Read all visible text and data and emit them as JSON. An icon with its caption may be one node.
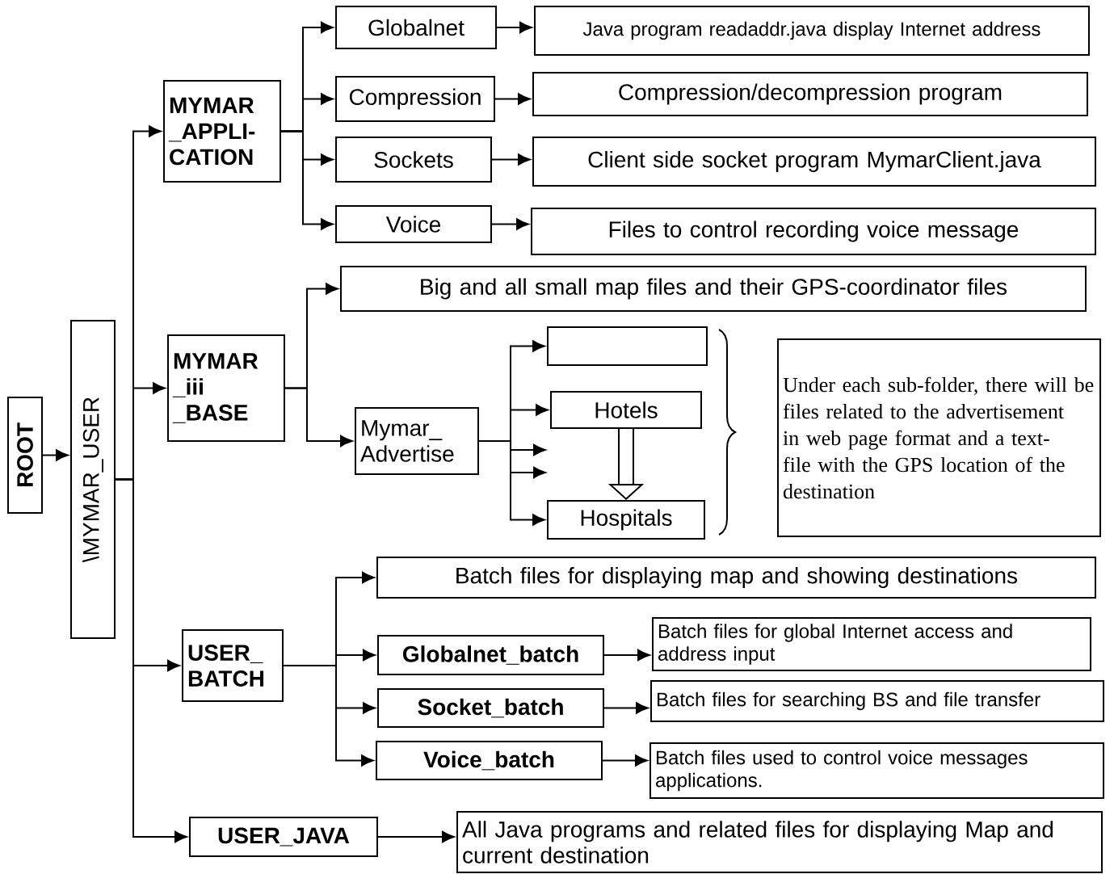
{
  "diagram": {
    "nodes": [
      {
        "text": [
          "ROOT"
        ]
      },
      {
        "text": [
          "\\MYMAR_USER"
        ]
      },
      {
        "text": [
          "MYMAR _APPLI- CATION"
        ]
      },
      {
        "text": [
          "Globalnet"
        ]
      },
      {
        "text": [
          "Java program readaddr.java display Internet address"
        ]
      },
      {
        "text": [
          "Compression"
        ]
      },
      {
        "text": [
          "Compression/decompression program"
        ]
      },
      {
        "text": [
          "Sockets"
        ]
      },
      {
        "text": [
          "Client side socket program MymarClient.java"
        ]
      },
      {
        "text": [
          "Voice"
        ]
      },
      {
        "text": [
          "Files to control recording voice message"
        ]
      },
      {
        "text": [
          "MYMAR _iii _BASE"
        ]
      },
      {
        "text": [
          "Big and all small map files and their GPS-coordinator files"
        ]
      },
      {
        "text": [
          "Mymar_ Advertise"
        ]
      },
      {
        "text": [],
        "shape": "box"
      },
      {
        "text": [
          "Hotels"
        ]
      },
      {
        "text": [
          "Hospitals"
        ]
      },
      {
        "text": [
          "Under each sub-folder, there will be files related to the advertisement in web page format and a text-file with the GPS location of the destination"
        ]
      },
      {
        "text": [
          "Batch files for displaying map and showing destinations"
        ]
      },
      {
        "text": [
          "USER_ BATCH"
        ]
      },
      {
        "text": [
          "Globalnet_batch"
        ]
      },
      {
        "text": [
          "Batch files for global Internet access and address input"
        ]
      },
      {
        "text": [
          "Socket_batch"
        ]
      },
      {
        "text": [
          "Batch files for searching BS and file transfer"
        ]
      },
      {
        "text": [
          "Voice_batch"
        ]
      },
      {
        "text": [
          "Batch files used to control voice messages applications."
        ]
      },
      {
        "text": [
          "USER_JAVA"
        ]
      },
      {
        "text": [
          "All Java programs and related files for displaying Map and current destination"
        ]
      }
    ],
    "edges": [
      {
        "from": 0,
        "to": 1,
        "arrow": "to"
      },
      {
        "from": 1,
        "to": 2,
        "arrow": "to"
      },
      {
        "from": 1,
        "to": 11,
        "arrow": "to"
      },
      {
        "from": 1,
        "to": 19,
        "arrow": "to"
      },
      {
        "from": 1,
        "to": 26,
        "arrow": "to"
      },
      {
        "from": 2,
        "to": 3,
        "arrow": "to"
      },
      {
        "from": 2,
        "to": 5,
        "arrow": "to"
      },
      {
        "from": 2,
        "to": 7,
        "arrow": "to"
      },
      {
        "from": 2,
        "to": 9,
        "arrow": "to"
      },
      {
        "from": 3,
        "to": 4,
        "arrow": "to"
      },
      {
        "from": 5,
        "to": 6,
        "arrow": "to"
      },
      {
        "from": 7,
        "to": 8,
        "arrow": "to"
      },
      {
        "from": 9,
        "to": 10,
        "arrow": "to"
      },
      {
        "from": 11,
        "to": 12,
        "arrow": "to"
      },
      {
        "from": 11,
        "to": 13,
        "arrow": "to"
      },
      {
        "from": 13,
        "to": 14,
        "arrow": "to"
      },
      {
        "from": 13,
        "to": 15,
        "arrow": "to"
      },
      {
        "from": 13,
        "to": null,
        "arrow": "to"
      },
      {
        "from": 13,
        "to": null,
        "arrow": "to"
      },
      {
        "from": 13,
        "to": 16,
        "arrow": "to"
      },
      {
        "from": 15,
        "to": 16,
        "arrow": "to",
        "style": "thick"
      },
      {
        "from": 19,
        "to": 18,
        "arrow": "to"
      },
      {
        "from": 19,
        "to": 20,
        "arrow": "to"
      },
      {
        "from": 19,
        "to": 22,
        "arrow": "to"
      },
      {
        "from": 19,
        "to": 24,
        "arrow": "to"
      },
      {
        "from": 20,
        "to": 21,
        "arrow": "to"
      },
      {
        "from": 22,
        "to": 23,
        "arrow": "to"
      },
      {
        "from": 24,
        "to": 25,
        "arrow": "to"
      },
      {
        "from": 26,
        "to": 27,
        "arrow": "to"
      }
    ]
  }
}
